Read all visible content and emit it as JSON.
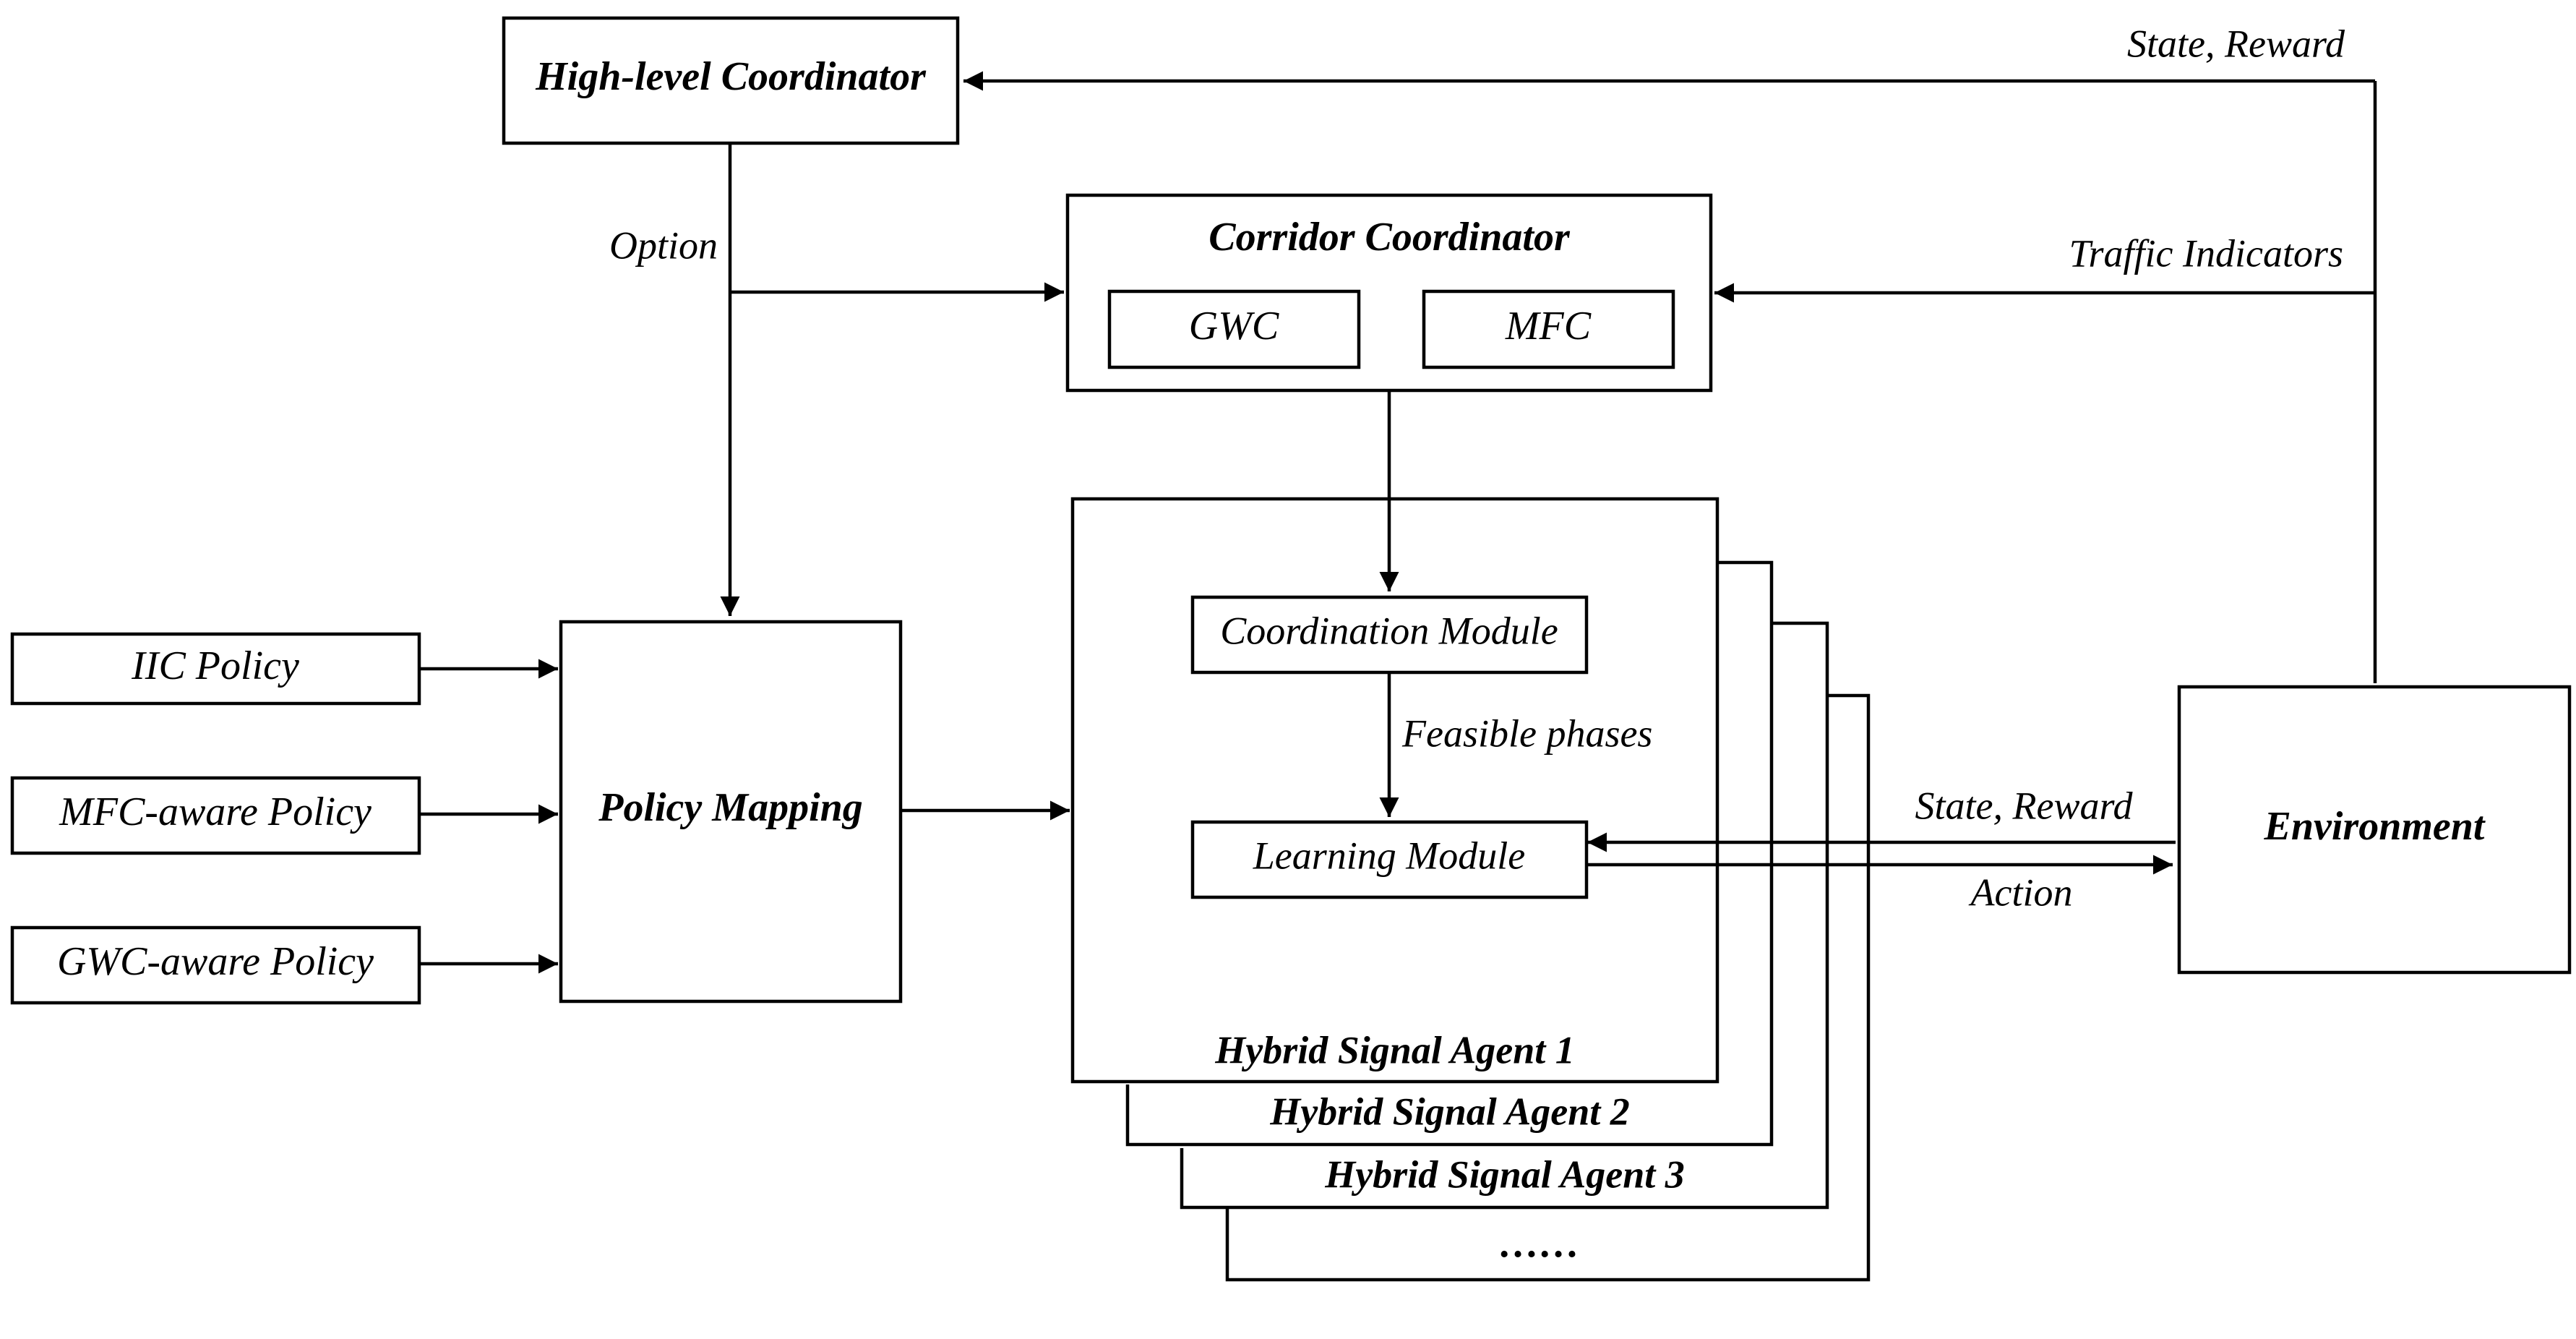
{
  "nodes": {
    "high_level": "High-level Coordinator",
    "corridor": "Corridor Coordinator",
    "gwc": "GWC",
    "mfc": "MFC",
    "policy_mapping": "Policy Mapping",
    "iic_policy": "IIC Policy",
    "mfc_policy": "MFC-aware Policy",
    "gwc_policy": "GWC-aware Policy",
    "coordination_module": "Coordination Module",
    "learning_module": "Learning Module",
    "agent1": "Hybrid Signal Agent 1",
    "agent2": "Hybrid Signal Agent 2",
    "agent3": "Hybrid Signal Agent 3",
    "agent_more": "……",
    "environment": "Environment"
  },
  "edges": {
    "option": "Option",
    "state_reward_top": "State, Reward",
    "traffic_indicators": "Traffic Indicators",
    "feasible_phases": "Feasible phases",
    "state_reward": "State, Reward",
    "action": "Action"
  }
}
